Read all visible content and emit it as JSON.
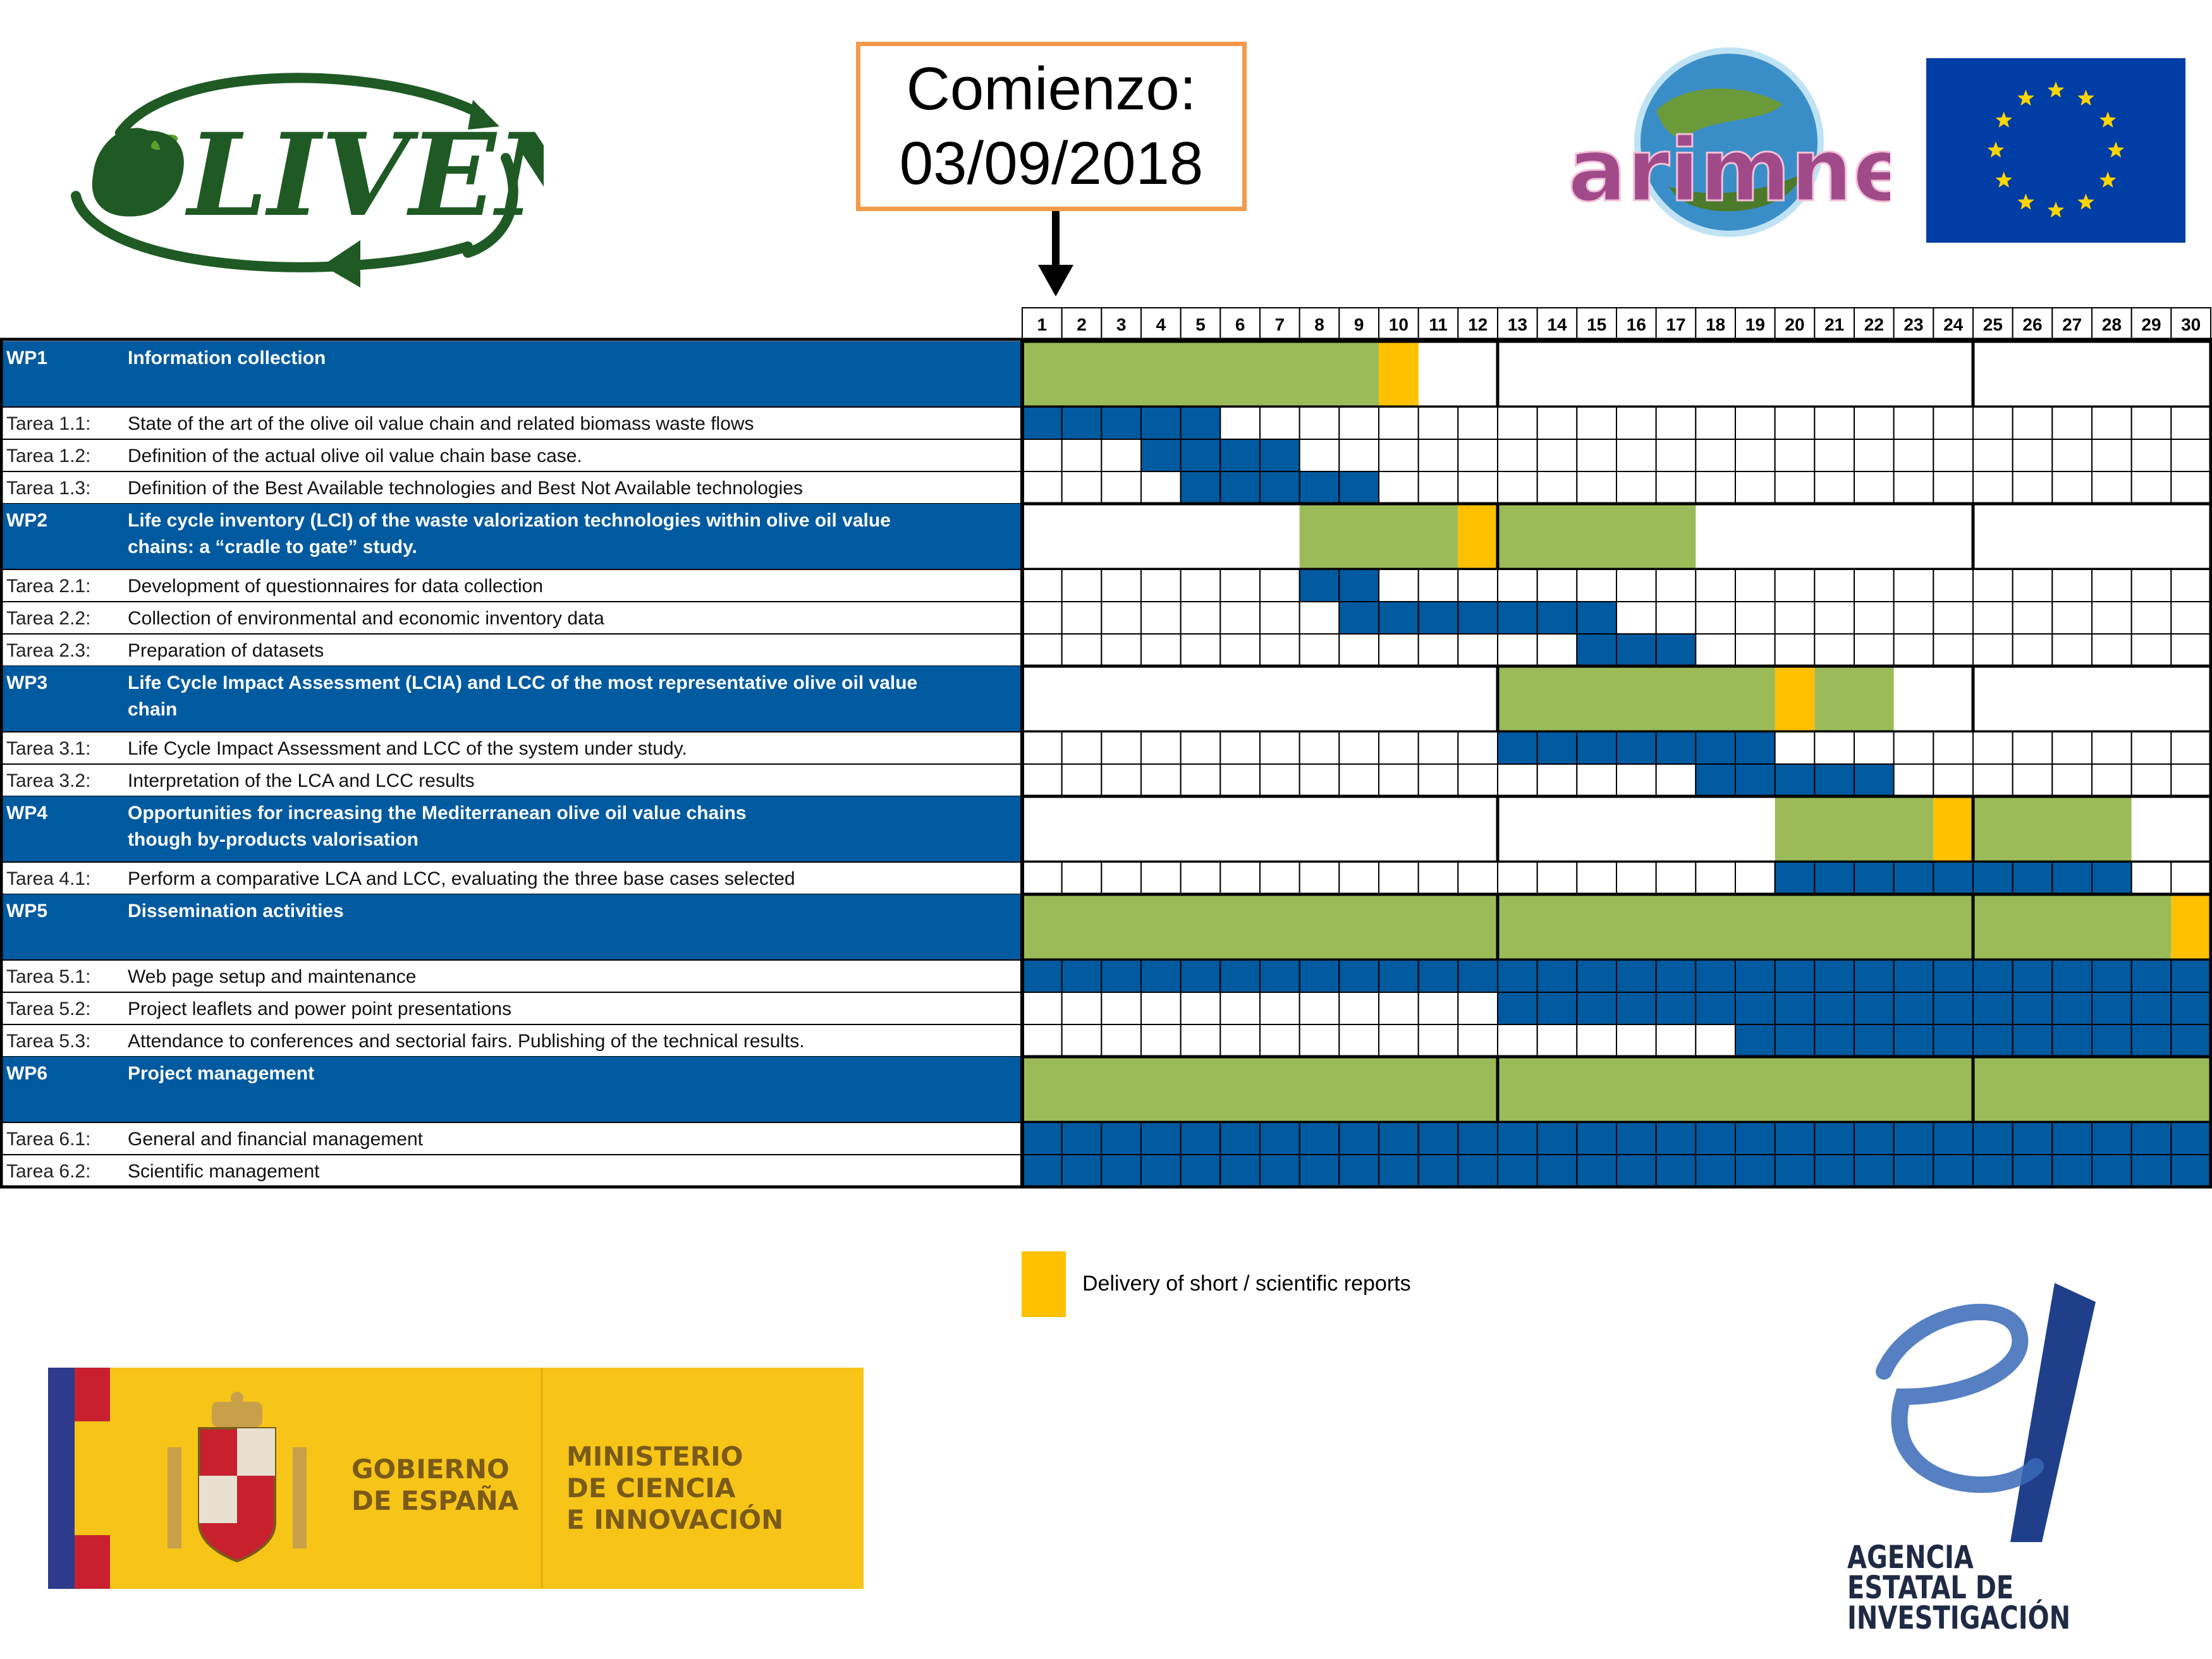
{
  "start_box": {
    "line1": "Comienzo:",
    "line2": "03/09/2018"
  },
  "logos": {
    "oliven": "OLIVEN",
    "arimnet": "arimnet",
    "gobierno_line1": "GOBIERNO",
    "gobierno_line2": "DE ESPAÑA",
    "ministerio_line1": "MINISTERIO",
    "ministerio_line2": "DE CIENCIA",
    "ministerio_line3": "E INNOVACIÓN",
    "aei_line1": "AGENCIA",
    "aei_line2": "ESTATAL DE",
    "aei_line3": "INVESTIGACIÓN"
  },
  "legend": {
    "label": "Delivery of short / scientific reports"
  },
  "colors": {
    "wp_header": "#005aa0",
    "task_bar": "#005aa0",
    "wp_bar": "#9bbb59",
    "delivery": "#ffc000",
    "start_box_border": "#f39a4a"
  },
  "chart_data": {
    "type": "gantt",
    "months": [
      1,
      2,
      3,
      4,
      5,
      6,
      7,
      8,
      9,
      10,
      11,
      12,
      13,
      14,
      15,
      16,
      17,
      18,
      19,
      20,
      21,
      22,
      23,
      24,
      25,
      26,
      27,
      28,
      29,
      30
    ],
    "year_dividers_after_month": [
      12,
      24
    ],
    "rows": [
      {
        "kind": "wp",
        "id": "WP1",
        "name": "Information collection",
        "green": [
          [
            1,
            9
          ],
          [
            10,
            10
          ]
        ],
        "delivery": [
          10
        ]
      },
      {
        "kind": "task",
        "id": "Tarea 1.1:",
        "name": "State of the art of the olive oil value chain and related biomass waste flows",
        "blue": [
          [
            1,
            5
          ]
        ]
      },
      {
        "kind": "task",
        "id": "Tarea 1.2:",
        "name": "Definition of the actual olive oil value chain base case.",
        "blue": [
          [
            4,
            7
          ]
        ]
      },
      {
        "kind": "task",
        "id": "Tarea 1.3:",
        "name": "Definition of the Best Available technologies and Best Not Available technologies",
        "blue": [
          [
            5,
            9
          ]
        ]
      },
      {
        "kind": "wp",
        "id": "WP2",
        "name": "Life cycle inventory (LCI) of the waste valorization technologies within olive oil value",
        "name2": "chains: a “cradle to gate” study.",
        "green": [
          [
            8,
            11
          ],
          [
            13,
            17
          ]
        ],
        "delivery": [
          12
        ]
      },
      {
        "kind": "task",
        "id": "Tarea 2.1:",
        "name": "Development of questionnaires for data collection",
        "blue": [
          [
            8,
            9
          ]
        ]
      },
      {
        "kind": "task",
        "id": "Tarea 2.2:",
        "name": "Collection of environmental and economic inventory data",
        "blue": [
          [
            9,
            15
          ]
        ]
      },
      {
        "kind": "task",
        "id": "Tarea 2.3:",
        "name": "Preparation of datasets",
        "blue": [
          [
            15,
            17
          ]
        ]
      },
      {
        "kind": "wp",
        "id": "WP3",
        "name": "Life Cycle Impact Assessment (LCIA) and LCC of the most representative olive oil value",
        "name2": "chain",
        "green": [
          [
            13,
            19
          ],
          [
            21,
            22
          ]
        ],
        "delivery": [
          20
        ]
      },
      {
        "kind": "task",
        "id": "Tarea 3.1:",
        "name": "Life Cycle Impact Assessment and LCC of the system under study.",
        "blue": [
          [
            13,
            19
          ]
        ]
      },
      {
        "kind": "task",
        "id": "Tarea 3.2:",
        "name": "Interpretation of the LCA and LCC results",
        "blue": [
          [
            18,
            22
          ]
        ]
      },
      {
        "kind": "wp",
        "id": "WP4",
        "name": "Opportunities for increasing the Mediterranean olive oil value chains",
        "name2": "though by-products valorisation",
        "green": [
          [
            20,
            23
          ],
          [
            25,
            28
          ]
        ],
        "delivery": [
          24
        ]
      },
      {
        "kind": "task",
        "id": "Tarea 4.1:",
        "name": "Perform a comparative LCA and LCC, evaluating the three base cases selected",
        "blue": [
          [
            20,
            28
          ]
        ]
      },
      {
        "kind": "wp",
        "id": "WP5",
        "name": "Dissemination activities",
        "green": [
          [
            1,
            29
          ]
        ],
        "delivery": [
          30
        ]
      },
      {
        "kind": "task",
        "id": "Tarea 5.1:",
        "name": "Web page setup and maintenance",
        "blue": [
          [
            1,
            30
          ]
        ]
      },
      {
        "kind": "task",
        "id": "Tarea 5.2:",
        "name": "Project leaflets and power point presentations",
        "blue": [
          [
            13,
            30
          ]
        ]
      },
      {
        "kind": "task",
        "id": "Tarea 5.3:",
        "name": "Attendance to conferences and sectorial fairs. Publishing of the technical results.",
        "blue": [
          [
            19,
            30
          ]
        ]
      },
      {
        "kind": "wp",
        "id": "WP6",
        "name": "Project management",
        "green": [
          [
            1,
            30
          ]
        ],
        "delivery": []
      },
      {
        "kind": "task",
        "id": "Tarea 6.1:",
        "name": "General and financial management",
        "blue": [
          [
            1,
            30
          ]
        ]
      },
      {
        "kind": "task",
        "id": "Tarea 6.2:",
        "name": "Scientific management",
        "blue": [
          [
            1,
            30
          ]
        ]
      }
    ]
  }
}
